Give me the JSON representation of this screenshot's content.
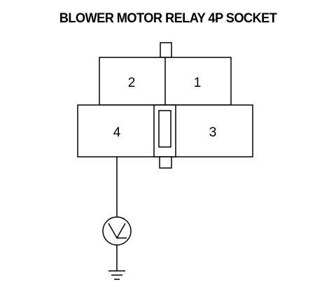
{
  "title": "BLOWER MOTOR RELAY 4P SOCKET",
  "socket": {
    "pins": [
      {
        "id": "pin-2",
        "label": "2"
      },
      {
        "id": "pin-1",
        "label": "1"
      },
      {
        "id": "pin-4",
        "label": "4"
      },
      {
        "id": "pin-3",
        "label": "3"
      }
    ]
  },
  "meter": {
    "symbol": "voltmeter-icon"
  },
  "ground": {
    "symbol": "ground-icon"
  },
  "colors": {
    "line": "#000000",
    "background": "#ffffff"
  }
}
